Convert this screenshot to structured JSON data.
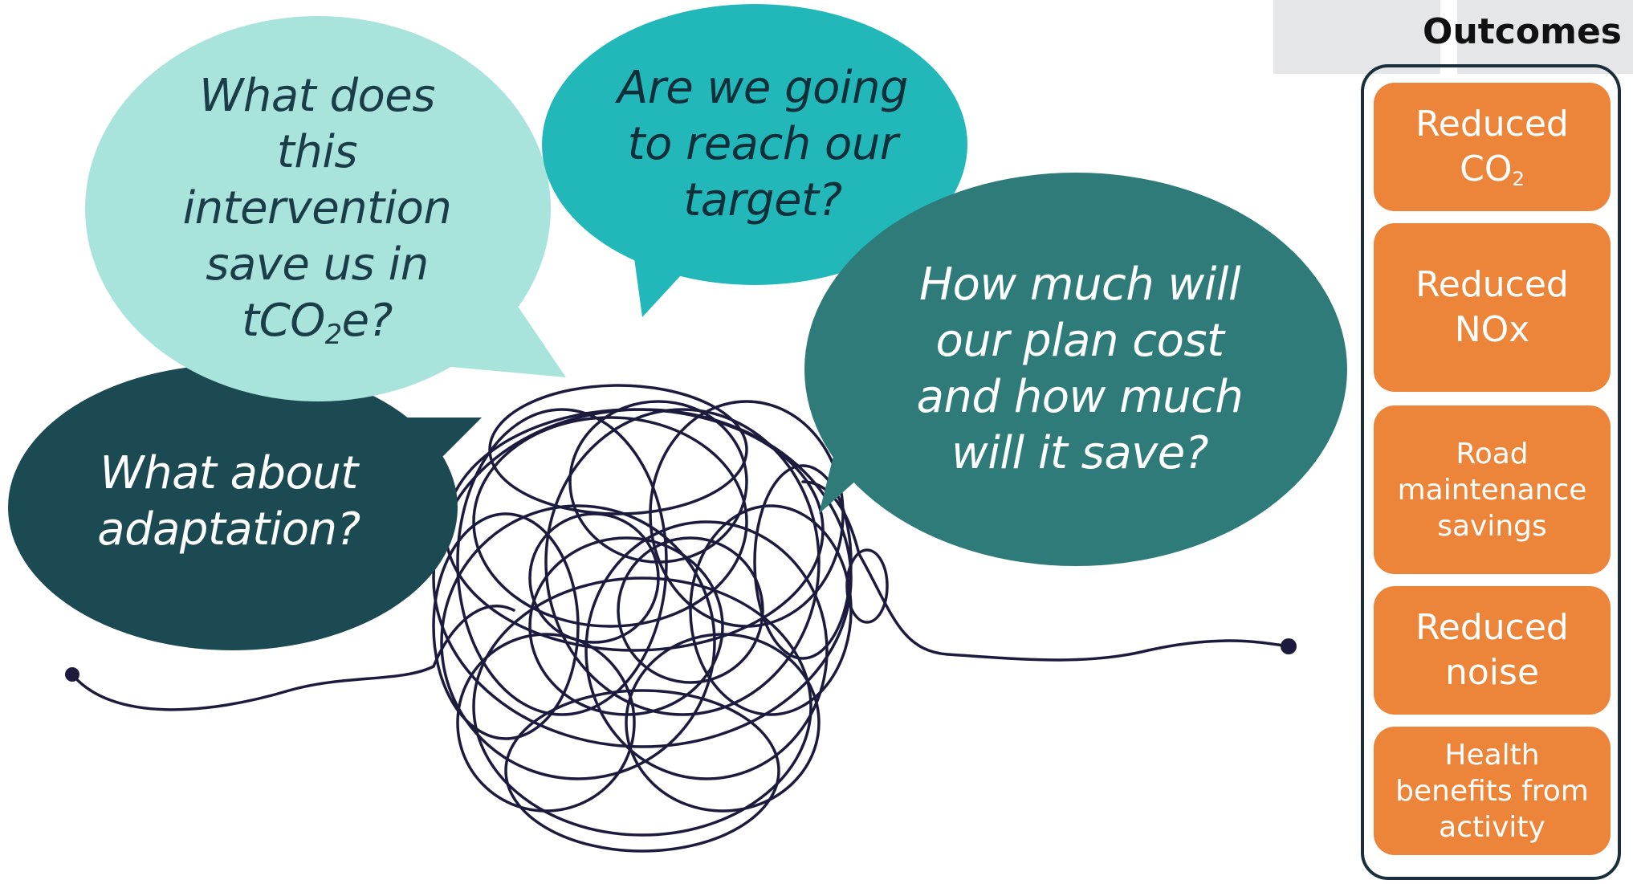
{
  "questions": {
    "intervention_savings": {
      "line1": "What does",
      "line2": "this",
      "line3": "intervention",
      "line4": "save us in",
      "line5_pre": "tCO",
      "line5_sub": "2",
      "line5_post": "e?"
    },
    "reach_target": {
      "line1": "Are we going",
      "line2": "to reach our",
      "line3": "target?"
    },
    "plan_cost": {
      "line1": "How much will",
      "line2": "our plan cost",
      "line3": "and how much",
      "line4": "will it save?"
    },
    "adaptation": {
      "line1": "What about",
      "line2": "adaptation?"
    }
  },
  "outcomes": {
    "title": "Outcomes",
    "co2": {
      "line1": "Reduced",
      "line2_pre": "CO",
      "line2_sub": "2"
    },
    "nox": {
      "line1": "Reduced",
      "line2": "NOx"
    },
    "road": {
      "line1": "Road",
      "line2": "maintenance",
      "line3": "savings"
    },
    "noise": {
      "line1": "Reduced",
      "line2": "noise"
    },
    "health": {
      "line1": "Health",
      "line2": "benefits from",
      "line3": "activity"
    }
  },
  "colors": {
    "bubble_light": "#a8e4db",
    "bubble_teal": "#22b8ba",
    "bubble_dark_teal": "#2e7b79",
    "bubble_darkest": "#1c4a52",
    "tangle": "#1c1b3e",
    "outcome_card": "#ec8539",
    "panel_border": "#1a2f3a",
    "tab_grey": "#e5e6e8"
  },
  "icons": {
    "tangle": "tangled-line-illustration"
  }
}
